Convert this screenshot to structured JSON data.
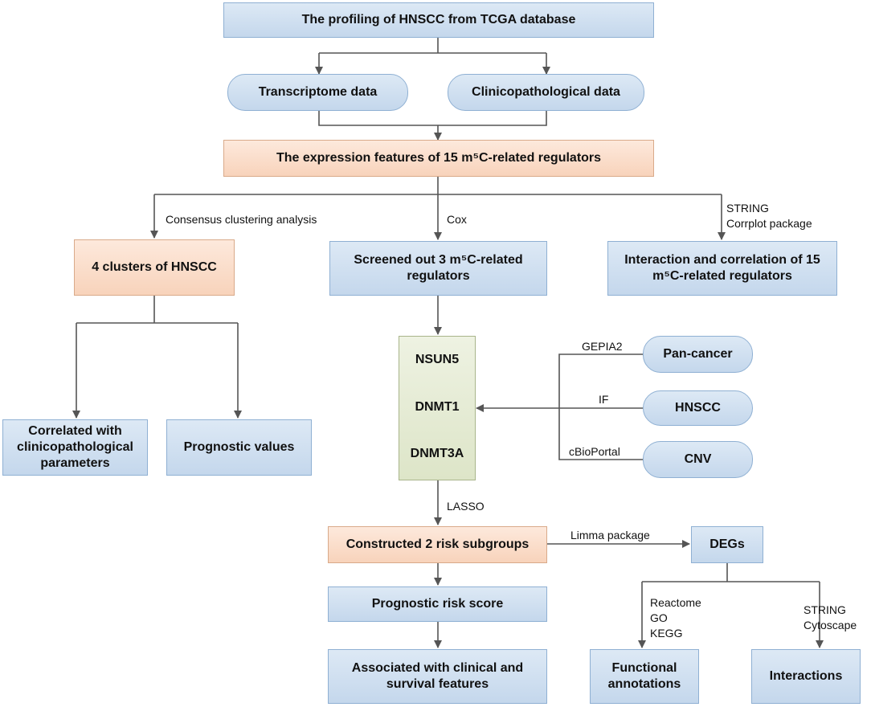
{
  "nodes": {
    "tcga": "The profiling of HNSCC from TCGA database",
    "transcriptome": "Transcriptome data",
    "clinico_data": "Clinicopathological data",
    "expression": "The expression features of 15 m⁵C-related regulators",
    "clusters": "4 clusters of HNSCC",
    "screened": "Screened out 3 m⁵C-related regulators",
    "interaction": "Interaction and correlation of 15 m⁵C-related regulators",
    "correlated": "Correlated with clinicopathological parameters",
    "prognostic_values": "Prognostic values",
    "pan_cancer": "Pan-cancer",
    "hnscc": "HNSCC",
    "cnv": "CNV",
    "risk_subgroups": "Constructed 2 risk subgroups",
    "degs": "DEGs",
    "risk_score": "Prognostic risk score",
    "associated": "Associated with clinical and survival features",
    "functional": "Functional annotations",
    "interactions": "Interactions"
  },
  "genes": [
    "NSUN5",
    "DNMT1",
    "DNMT3A"
  ],
  "edge_labels": {
    "consensus": "Consensus clustering analysis",
    "cox": "Cox",
    "string_corrplot": [
      "STRING",
      "Corrplot package"
    ],
    "gepia2": "GEPIA2",
    "if": "IF",
    "cbioportal": "cBioPortal",
    "lasso": "LASSO",
    "limma": "Limma package",
    "reactome_go_kegg": [
      "Reactome",
      "GO",
      "KEGG"
    ],
    "string_cytoscape": [
      "STRING",
      "Cytoscape"
    ]
  },
  "colors": {
    "blue": "#c4d7ec",
    "peach": "#f8d3bb",
    "green": "#dde5c8",
    "line": "#555555"
  }
}
